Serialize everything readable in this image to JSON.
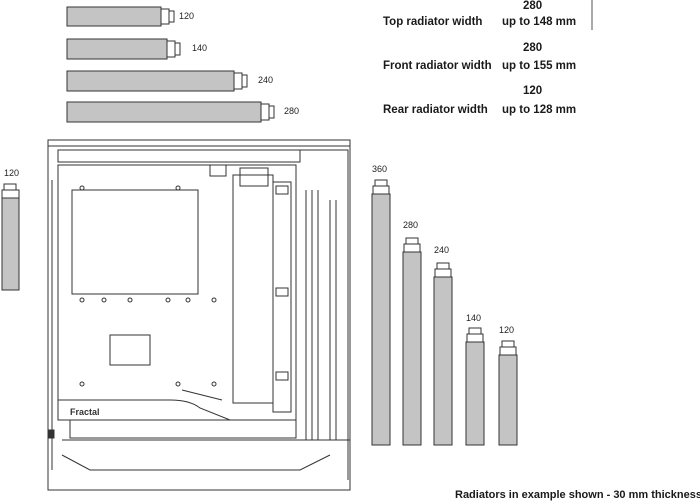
{
  "specs": [
    {
      "size": "280",
      "name": "Top radiator width",
      "value": "up to 148 mm"
    },
    {
      "size": "280",
      "name": "Front radiator width",
      "value": "up to 155 mm"
    },
    {
      "size": "120",
      "name": "Rear radiator width",
      "value": "up to 128 mm"
    }
  ],
  "top_radiators": [
    {
      "label": "120"
    },
    {
      "label": "140"
    },
    {
      "label": "240"
    },
    {
      "label": "280"
    }
  ],
  "rear_radiator": {
    "label": "120"
  },
  "front_radiators": [
    {
      "label": "360"
    },
    {
      "label": "280"
    },
    {
      "label": "240"
    },
    {
      "label": "140"
    },
    {
      "label": "120"
    }
  ],
  "case": {
    "brand": "Fractal"
  },
  "footnote": "Radiators in example shown - 30 mm thickness",
  "colors": {
    "radiator_fill": "#c4c4c4",
    "outline": "#333333",
    "text": "#1a1a1a"
  }
}
